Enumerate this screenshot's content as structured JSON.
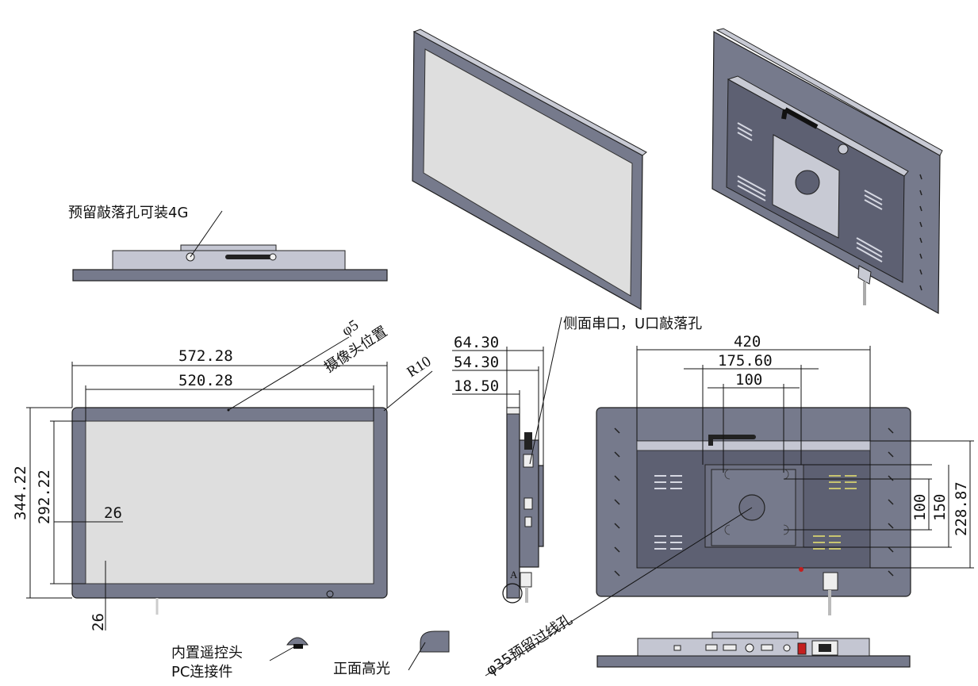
{
  "labels": {
    "reserved_4g": "预留敲落孔可装4G",
    "camera_dia": "φ5",
    "camera_pos": "摄像头位置",
    "radius": "R10",
    "side_port": "侧面串口，U口敲落孔",
    "cable_hole": "φ35预留过线孔",
    "ir_line1": "内置遥控头",
    "ir_line2": "PC连接件",
    "front_glossy": "正面高光"
  },
  "front_view": {
    "overall_width": "572.28",
    "screen_width": "520.28",
    "overall_height": "344.22",
    "screen_height": "292.22",
    "border_side": "26",
    "border_bottom": "26"
  },
  "side_view": {
    "depth_total": "64.30",
    "depth_mid": "54.30",
    "depth_bezel": "18.50",
    "mark": "A"
  },
  "rear_view": {
    "width_420": "420",
    "width_175": "175.60",
    "vesa_100_w": "100",
    "vesa_100_h": "100",
    "vesa_150_h": "150",
    "height_228": "228.87"
  },
  "colors": {
    "body": "#767a8c",
    "screen": "#dedede",
    "ink": "#111111"
  }
}
